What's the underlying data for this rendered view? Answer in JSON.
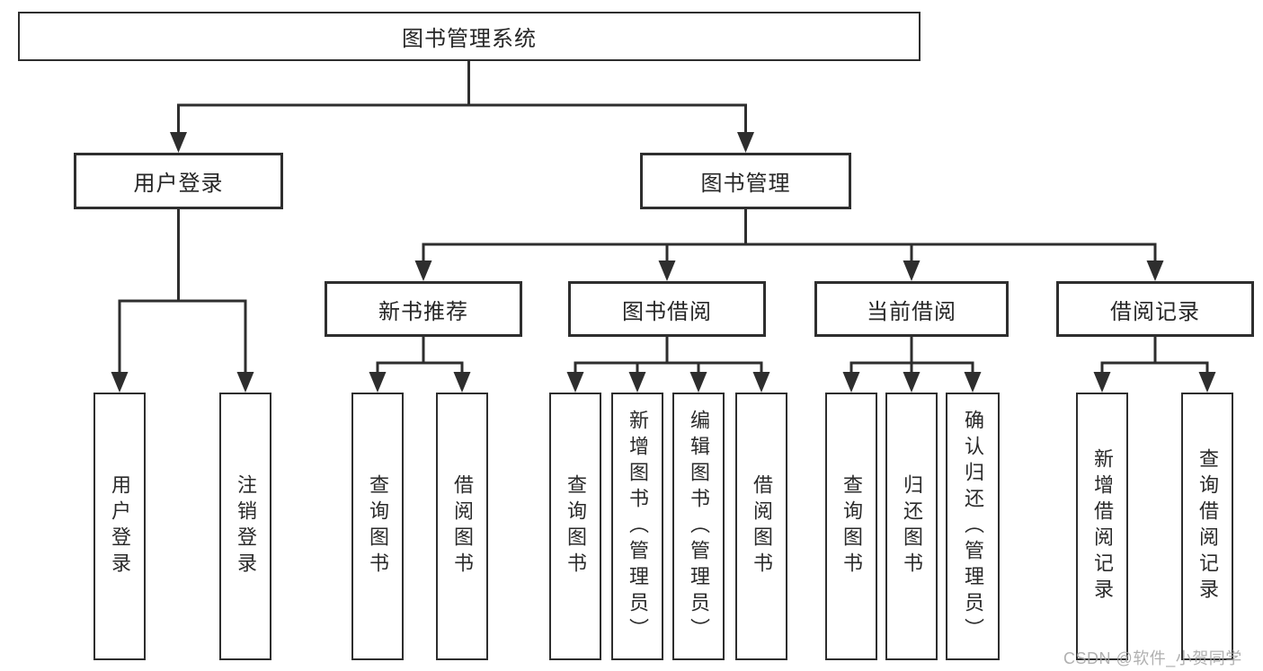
{
  "nodes": {
    "root": "图书管理系统",
    "user_login": "用户登录",
    "book_management": "图书管理",
    "new_book_recommend": "新书推荐",
    "book_borrowing": "图书借阅",
    "current_borrowing": "当前借阅",
    "borrowing_records": "借阅记录"
  },
  "leaves": {
    "user_login": [
      "用户登录",
      "注销登录"
    ],
    "new_book_recommend": [
      "查询图书",
      "借阅图书"
    ],
    "book_borrowing": [
      "查询图书",
      "新增图书（管理员）",
      "编辑图书（管理员）",
      "借阅图书"
    ],
    "current_borrowing": [
      "查询图书",
      "归还图书",
      "确认归还（管理员）"
    ],
    "borrowing_records": [
      "新增借阅记录",
      "查询借阅记录"
    ]
  },
  "watermark": "CSDN @软件_小贺同学",
  "colors": {
    "line": "#2e2e2e",
    "box_border": "#2e2e2e",
    "text": "#262626",
    "watermark": "#a2a2a2",
    "background": "#ffffff"
  }
}
